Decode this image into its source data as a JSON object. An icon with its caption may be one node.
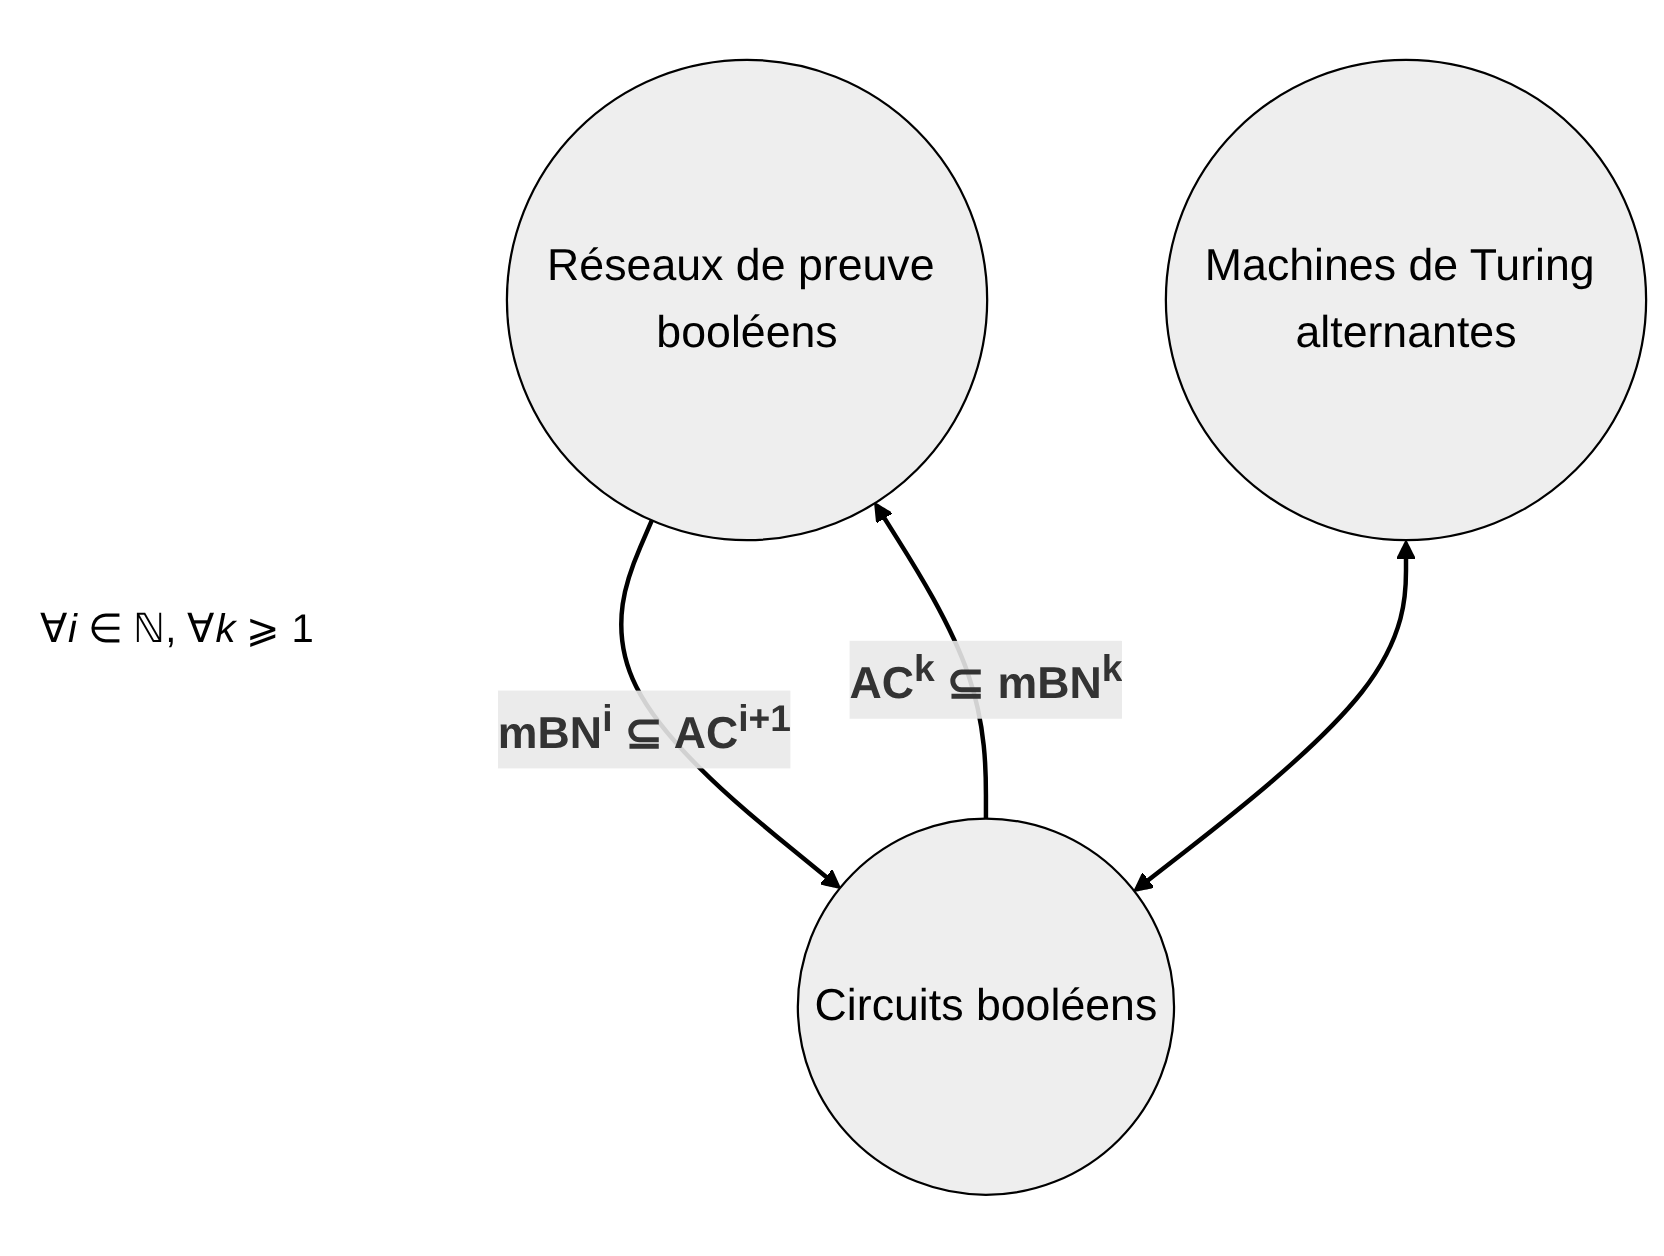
{
  "diagram": {
    "nodes": [
      {
        "text": [
          "Réseaux de preuve booléens"
        ]
      },
      {
        "text": [
          "Machines de Turing alternantes"
        ]
      },
      {
        "text": [
          "Circuits booléens"
        ]
      }
    ],
    "edges": [
      {
        "from": 0,
        "to": 2,
        "arrow": "to",
        "label": "mBN$^{i}$ ⊆ AC$^{i+1}$"
      },
      {
        "from": 2,
        "to": 0,
        "arrow": "to",
        "label": "AC$^{k}$ ⊆ mBN$^{k}$"
      },
      {
        "from": 1,
        "to": 2,
        "arrow": "both"
      }
    ],
    "labels": [
      "∀*i* ∈ ℕ, ∀*k* ⩾ 1"
    ]
  }
}
